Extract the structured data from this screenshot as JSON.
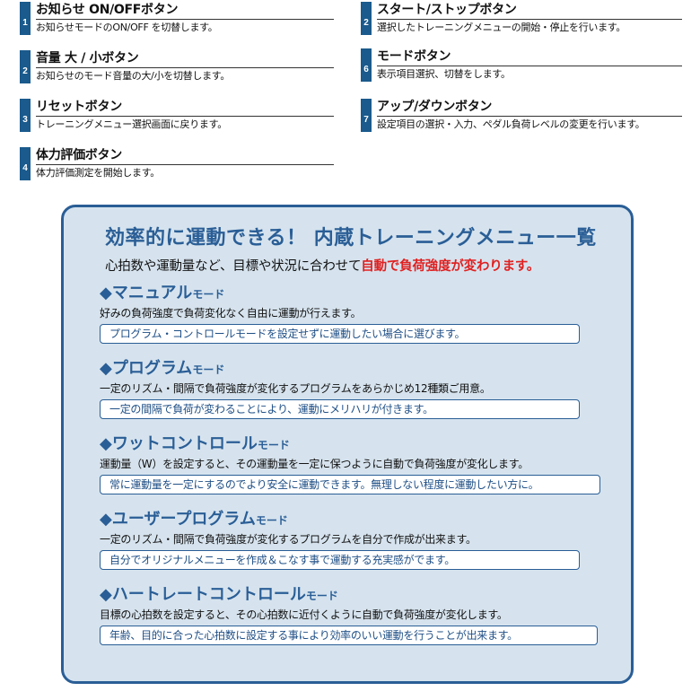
{
  "buttons": [
    {
      "number": "1",
      "title": "お知らせ ON/OFFボタン",
      "desc": "お知らせモードのON/OFF を切替します。"
    },
    {
      "number": "2",
      "title": "音量 大 / 小ボタン",
      "desc": "お知らせのモード音量の大/小を切替します。"
    },
    {
      "number": "3",
      "title": "リセットボタン",
      "desc": "トレーニングメニュー選択画面に戻ります。"
    },
    {
      "number": "4",
      "title": "体力評価ボタン",
      "desc": "体力評価測定を開始します。"
    },
    {
      "number": "2",
      "title": "スタート/ストップボタン",
      "desc": "選択したトレーニングメニューの開始・停止を行います。"
    },
    {
      "number": "6",
      "title": "モードボタン",
      "desc": "表示項目選択、切替をします。"
    },
    {
      "number": "7",
      "title": "アップ/ダウンボタン",
      "desc": "設定項目の選択・入力、ペダル負荷レベルの変更を行います。"
    }
  ],
  "panel": {
    "title": "効率的に運動できる！ 内蔵トレーニングメニュー一覧",
    "subtitle_plain": "心拍数や運動量など、目標や状況に合わせて",
    "subtitle_highlight": "自動で負荷強度が変わります。",
    "modes": [
      {
        "marker": "◆",
        "name": "マニュアル",
        "suffix": "モード",
        "desc": "好みの負荷強度で負荷変化なく自由に運動が行えます。",
        "note": "プログラム・コントロールモードを設定せずに運動したい場合に選びます。"
      },
      {
        "marker": "◆",
        "name": "プログラム",
        "suffix": "モード",
        "desc": "一定のリズム・間隔で負荷強度が変化するプログラムをあらかじめ12種類ご用意。",
        "note": "一定の間隔で負荷が変わることにより、運動にメリハリが付きます。"
      },
      {
        "marker": "◆",
        "name": "ワットコントロール",
        "suffix": "モード",
        "desc": "運動量（W）を設定すると、その運動量を一定に保つように自動で負荷強度が変化します。",
        "note": "常に運動量を一定にするのでより安全に運動できます。無理しない程度に運動したい方に。"
      },
      {
        "marker": "◆",
        "name": "ユーザープログラム",
        "suffix": "モード",
        "desc": "一定のリズム・間隔で負荷強度が変化するプログラムを自分で作成が出来ます。",
        "note": "自分でオリジナルメニューを作成＆こなす事で運動する充実感がでます。"
      },
      {
        "marker": "◆",
        "name": "ハートレートコントロール",
        "suffix": "モード",
        "desc": "目標の心拍数を設定すると、その心拍数に近付くように自動で負荷強度が変化します。",
        "note": "年齢、目的に合った心拍数に設定する事により効率のいい運動を行うことが出来ます。"
      }
    ]
  },
  "colors": {
    "accent_blue": "#2a5e96",
    "number_badge": "#1a5a8c",
    "highlight_red": "#e02020",
    "panel_bg": "#d6e3ee"
  }
}
